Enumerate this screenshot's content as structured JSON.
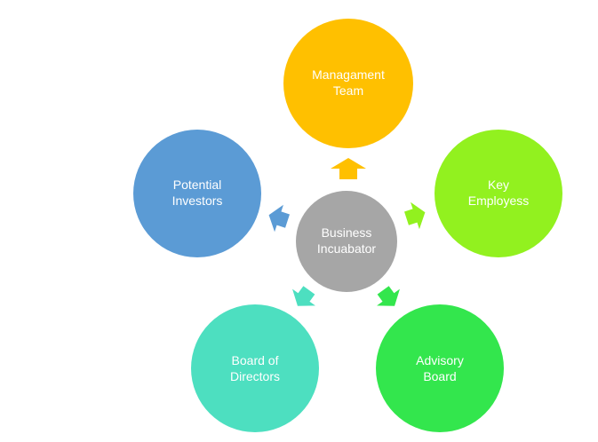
{
  "diagram": {
    "center": {
      "line1": "Business",
      "line2": "Incuabator",
      "color": "#a6a6a6"
    },
    "nodes": {
      "management_team": {
        "line1": "Managament",
        "line2": "Team",
        "color": "#ffc000"
      },
      "key_employees": {
        "line1": "Key",
        "line2": "Employess",
        "color": "#92f11f"
      },
      "advisory_board": {
        "line1": "Advisory",
        "line2": "Board",
        "color": "#33e64d"
      },
      "board_of_directors": {
        "line1": "Board of",
        "line2": "Directors",
        "color": "#4ddfc0"
      },
      "potential_investors": {
        "line1": "Potential",
        "line2": "Investors",
        "color": "#5b9bd5"
      }
    }
  }
}
